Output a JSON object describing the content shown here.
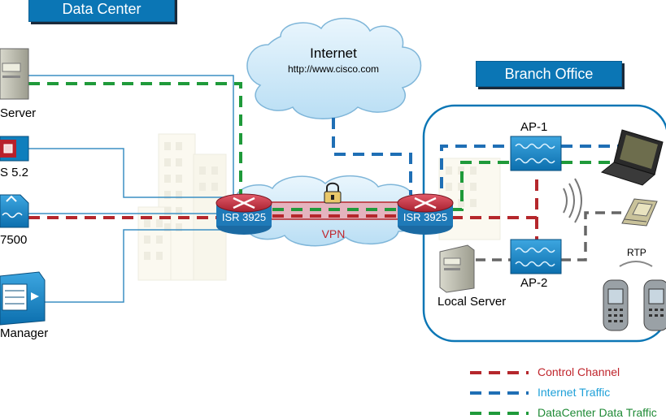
{
  "header": {
    "data_center": "Data Center",
    "branch_office": "Branch Office"
  },
  "internet": {
    "title": "Internet",
    "url": "http://www.cisco.com"
  },
  "vpn_label": "VPN",
  "routers": {
    "left": "ISR 3925",
    "right": "ISR 3925"
  },
  "data_center_devices": {
    "server": "Server",
    "acs": "S 5.2",
    "wlc": "7500",
    "manager": "Manager"
  },
  "branch": {
    "ap1": "AP-1",
    "ap2": "AP-2",
    "local_server": "Local Server",
    "rtp": "RTP"
  },
  "legend": [
    {
      "label": "Control Channel",
      "color": "#b5272c",
      "text_color": "#c0252c"
    },
    {
      "label": "Internet  Traffic",
      "color": "#1f6fb5",
      "text_color": "#1ea0d8"
    },
    {
      "label": "DataCenter Data Traffic",
      "color": "#1f9a3a",
      "text_color": "#1f8a36"
    }
  ],
  "colors": {
    "accent": "#0b76b5",
    "control": "#b5272c",
    "internet": "#1f6fb5",
    "datacenter": "#1f9a3a",
    "link": "#3b8fc4"
  }
}
